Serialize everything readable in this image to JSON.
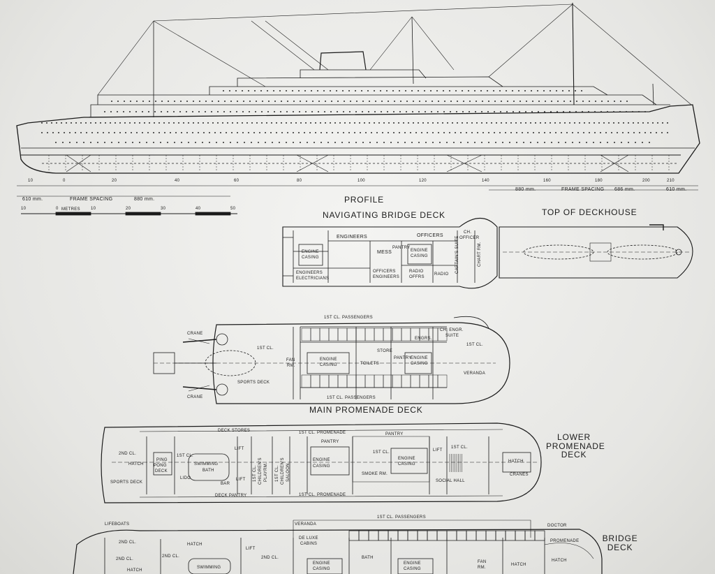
{
  "titles": {
    "profile": "PROFILE",
    "navigating_bridge_deck": "NAVIGATING BRIDGE DECK",
    "top_of_deckhouse": "TOP OF DECKHOUSE",
    "main_promenade_deck": "MAIN PROMENADE DECK",
    "lower_promenade_deck_line1": "LOWER",
    "lower_promenade_deck_line2": "PROMENADE",
    "lower_promenade_deck_line3": "DECK",
    "bridge_deck_line1": "BRIDGE",
    "bridge_deck_line2": "DECK"
  },
  "profile_scale": {
    "left_spacing": "610 mm.",
    "frame_spacing_left": "FRAME SPACING",
    "mid_spacing_left": "880 mm.",
    "mid_spacing_right": "880 mm.",
    "frame_spacing_right": "FRAME SPACING",
    "right_spacing_a": "686 mm.",
    "right_spacing_b": "610 mm.",
    "metres_label": "METRES",
    "frame_numbers": [
      "10",
      "0",
      "20",
      "40",
      "60",
      "80",
      "100",
      "120",
      "140",
      "160",
      "180",
      "200",
      "210"
    ],
    "metre_ticks": [
      "10",
      "0",
      "10",
      "20",
      "30",
      "40",
      "50"
    ]
  },
  "navigating_bridge_deck": {
    "engineers": "ENGINEERS",
    "officers": "OFFICERS",
    "ch_officer_1": "CH.",
    "ch_officer_2": "OFFICER",
    "engine_casing_left_1": "ENGINE",
    "engine_casing_left_2": "CASING",
    "mess": "MESS",
    "pantry": "PANTRY",
    "engine_casing_right_1": "ENGINE",
    "engine_casing_right_2": "CASING",
    "captains_suite": "CAPTAIN'S SUITE",
    "chart_rm": "CHART RM.",
    "engineers_electricians_1": "ENGINEERS",
    "engineers_electricians_2": "ELECTRICIANS",
    "officers_engineers_1": "OFFICERS",
    "officers_engineers_2": "ENGINEERS",
    "radio_offrs_1": "RADIO",
    "radio_offrs_2": "OFFRS",
    "radio": "RADIO"
  },
  "main_promenade_deck": {
    "first_cl_passengers_top": "1ST CL. PASSENGERS",
    "first_cl_passengers_bottom": "1ST CL. PASSENGERS",
    "crane_top": "CRANE",
    "crane_bottom": "CRANE",
    "first_cl_left": "1ST CL.",
    "first_cl_right": "1ST CL.",
    "fan_rm_1": "FAN",
    "fan_rm_2": "RM.",
    "engine_casing_a_1": "ENGINE",
    "engine_casing_a_2": "CASING",
    "toilets": "TOILETS",
    "store": "STORE",
    "pantry": "PANTRY",
    "engine_casing_b_1": "ENGINE",
    "engine_casing_b_2": "CASING",
    "engrs": "ENGRS.",
    "ch_engr_suite_1": "CH. ENGR.",
    "ch_engr_suite_2": "SUITE",
    "veranda": "VERANDA",
    "sports_deck": "SPORTS DECK"
  },
  "lower_promenade_deck": {
    "deck_stores": "DECK STORES",
    "first_cl_promenade_top": "1ST CL. PROMENADE",
    "pantry_a": "PANTRY",
    "pantry_b": "PANTRY",
    "second_cl": "2ND CL.",
    "hatch_left": "HATCH",
    "ping_pong_1": "PING",
    "ping_pong_2": "PONG",
    "ping_pong_3": "DECK",
    "first_cl_a": "1ST CL.",
    "swimming_1": "SWIMMING",
    "swimming_2": "BATH",
    "lift_a": "LIFT",
    "first_cl_children_1": "1ST CL.",
    "first_cl_children_2": "CHILDREN'S",
    "first_cl_children_3": "PLAYRM.",
    "first_cl_childrens_saloon_1": "1ST CL.",
    "first_cl_childrens_saloon_2": "CHILDREN'S",
    "first_cl_childrens_saloon_3": "SALOON",
    "engine_casing_a_1": "ENGINE",
    "engine_casing_a_2": "CASING",
    "first_cl_b": "1ST CL.",
    "engine_casing_b_1": "ENGINE",
    "engine_casing_b_2": "CASING",
    "lift_b": "LIFT",
    "first_cl_c": "1ST CL.",
    "hatch_right": "HATCH",
    "lido": "LIDO",
    "bar": "BAR",
    "lift_c": "LIFT",
    "sports_deck": "SPORTS DECK",
    "smoke_rm": "SMOKE RM.",
    "social_hall": "SOCIAL HALL",
    "cranes": "CRANES",
    "deck_pantry": "DECK PANTRY",
    "first_cl_promenade_bottom": "1ST CL. PROMENADE"
  },
  "bridge_deck": {
    "lifeboats": "LIFEBOATS",
    "veranda": "VERANDA",
    "first_cl_passengers": "1ST CL. PASSENGERS",
    "doctor": "DOCTOR",
    "hatch_a": "HATCH",
    "second_cl_a": "2ND CL.",
    "lift": "LIFT",
    "de_luxe_1": "DE LUXE",
    "de_luxe_2": "CABINS",
    "promenade": "PROMENADE",
    "second_cl_b": "2ND CL.",
    "second_cl_c": "2ND CL.",
    "second_cl_d": "2ND CL.",
    "engine_casing_a_1": "ENGINE",
    "engine_casing_a_2": "CASING",
    "bath": "BATH",
    "engine_casing_b_1": "ENGINE",
    "engine_casing_b_2": "CASING",
    "fan_rm_1": "FAN",
    "fan_rm_2": "RM.",
    "hatch_b": "HATCH",
    "hatch_c": "HATCH",
    "hatch_d": "HATCH",
    "swimming": "SWIMMING"
  },
  "colors": {
    "ink": "#1b1b1b",
    "paper": "#ececea"
  }
}
